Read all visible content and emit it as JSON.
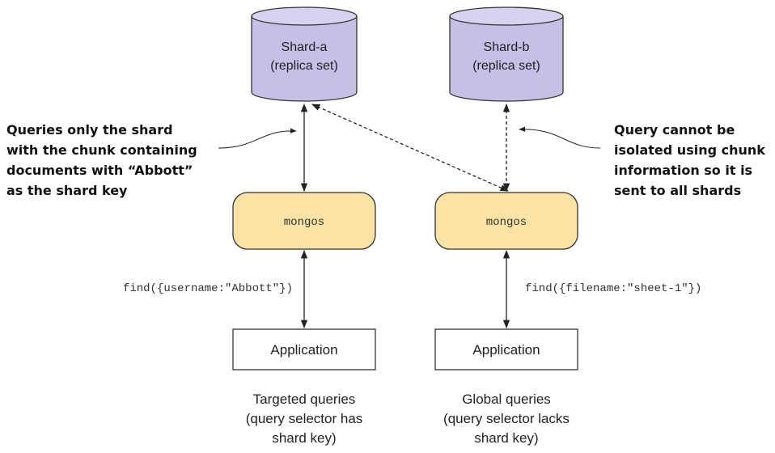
{
  "shards": [
    {
      "name": "Shard-a",
      "subtitle": "(replica set)"
    },
    {
      "name": "Shard-b",
      "subtitle": "(replica set)"
    }
  ],
  "routers": [
    {
      "label": "mongos"
    },
    {
      "label": "mongos"
    }
  ],
  "applications": [
    {
      "label": "Application"
    },
    {
      "label": "Application"
    }
  ],
  "queries": [
    {
      "text": "find({username:\"Abbott\"})"
    },
    {
      "text": "find({filename:\"sheet-1\"})"
    }
  ],
  "annotations": {
    "left": [
      "Queries only the shard",
      "with the chunk containing",
      "documents with “Abbott”",
      "as the shard key"
    ],
    "right": [
      "Query cannot be",
      "isolated using chunk",
      "information so it is",
      "sent to all shards"
    ]
  },
  "captions": {
    "left": [
      "Targeted queries",
      "(query selector has",
      "shard key)"
    ],
    "right": [
      "Global queries",
      "(query selector lacks",
      "shard key)"
    ]
  },
  "colors": {
    "shard_fill": "#c4c0e6",
    "shard_top": "#d6d3f0",
    "mongos_fill": "#fbe3a6",
    "stroke": "#333333"
  }
}
